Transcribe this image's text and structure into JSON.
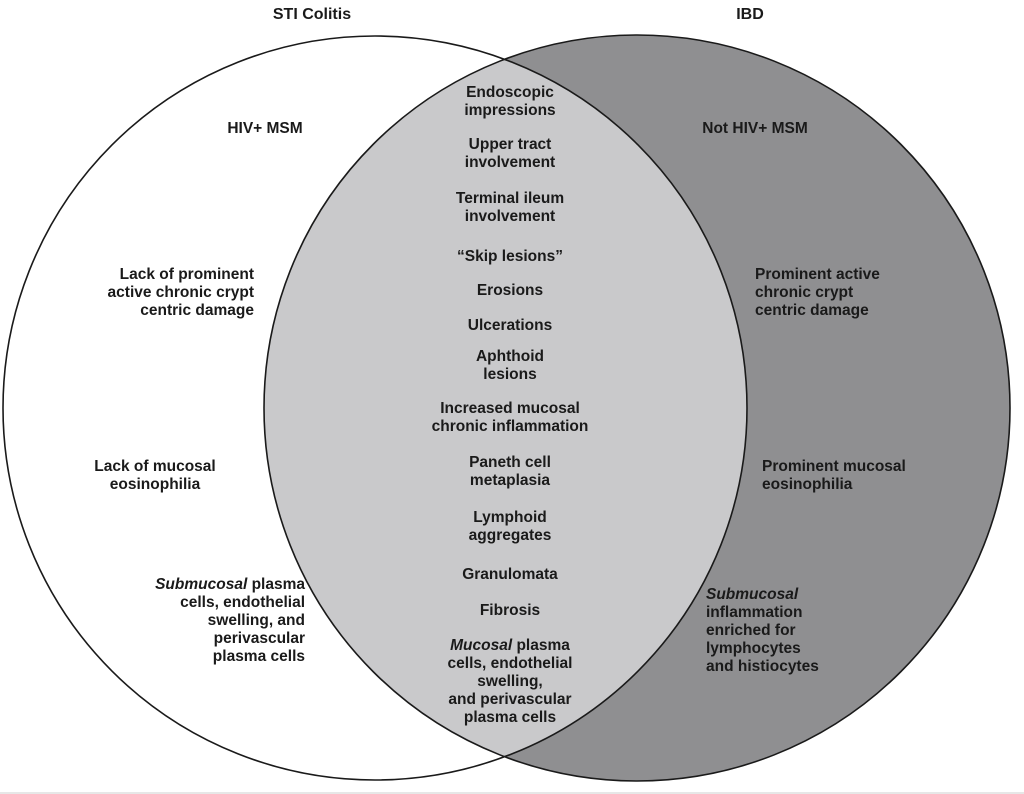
{
  "colors": {
    "left_fill": "#ffffff",
    "right_fill": "#8f8f91",
    "overlap_fill": "#c9c9cb",
    "stroke": "#1a1a1a"
  },
  "titles": {
    "left": "STI Colitis",
    "right": "IBD"
  },
  "left": {
    "population": "HIV+ MSM",
    "crypt": [
      "Lack of prominent",
      "active chronic crypt",
      "centric damage"
    ],
    "eos": [
      "Lack of mucosal",
      "eosinophilia"
    ],
    "submucosal_em": "Submucosal",
    "submucosal_rest": [
      "plasma",
      "cells, endothelial",
      "swelling, and",
      "perivascular",
      "plasma cells"
    ]
  },
  "right": {
    "population": "Not HIV+ MSM",
    "crypt": [
      "Prominent active",
      "chronic crypt",
      "centric damage"
    ],
    "eos": [
      "Prominent mucosal",
      "eosinophilia"
    ],
    "submucosal_em": "Submucosal",
    "submucosal_rest": [
      "inflammation",
      "enriched for",
      "lymphocytes",
      "and histiocytes"
    ]
  },
  "shared": {
    "endoscopic": [
      "Endoscopic",
      "impressions"
    ],
    "upper": [
      "Upper tract",
      "involvement"
    ],
    "terminal": [
      "Terminal ileum",
      "involvement"
    ],
    "skip": "“Skip lesions”",
    "erosions": "Erosions",
    "ulcerations": "Ulcerations",
    "aphthoid": [
      "Aphthoid",
      "lesions"
    ],
    "chronic": [
      "Increased mucosal",
      "chronic inflammation"
    ],
    "paneth": [
      "Paneth cell",
      "metaplasia"
    ],
    "lymphoid": [
      "Lymphoid",
      "aggregates"
    ],
    "granulomata": "Granulomata",
    "fibrosis": "Fibrosis",
    "mucosal_em": "Mucosal",
    "mucosal_rest": [
      "plasma",
      "cells, endothelial",
      "swelling,",
      "and perivascular",
      "plasma cells"
    ]
  }
}
